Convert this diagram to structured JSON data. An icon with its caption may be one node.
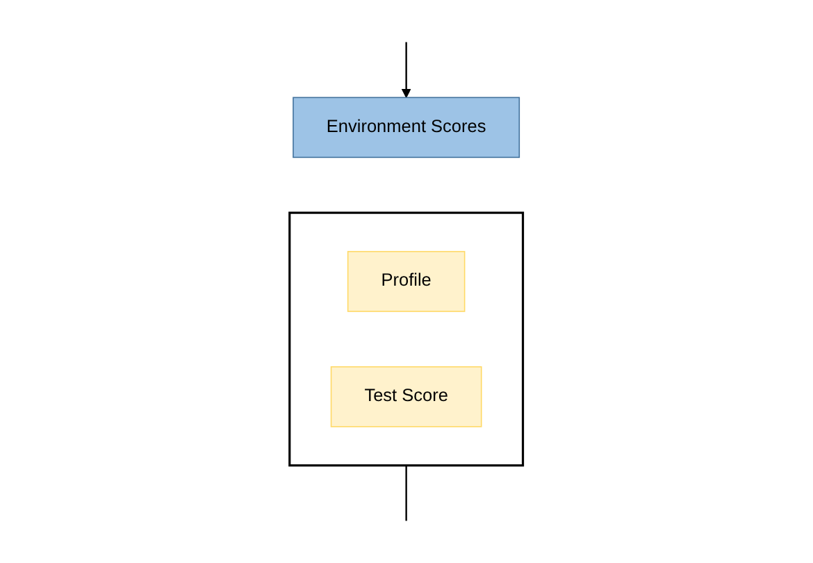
{
  "diagram": {
    "nodes": [
      {
        "text": [
          "Environment Scores"
        ]
      },
      {
        "text": [],
        "shape": "box"
      },
      {
        "text": [
          "Profile"
        ],
        "in": 1
      },
      {
        "text": [
          "Test Score"
        ],
        "in": 1
      }
    ],
    "edges": [
      {
        "from": null,
        "to": 0,
        "arrow": "to"
      },
      {
        "from": 1,
        "to": null,
        "arrow": "none"
      }
    ]
  }
}
